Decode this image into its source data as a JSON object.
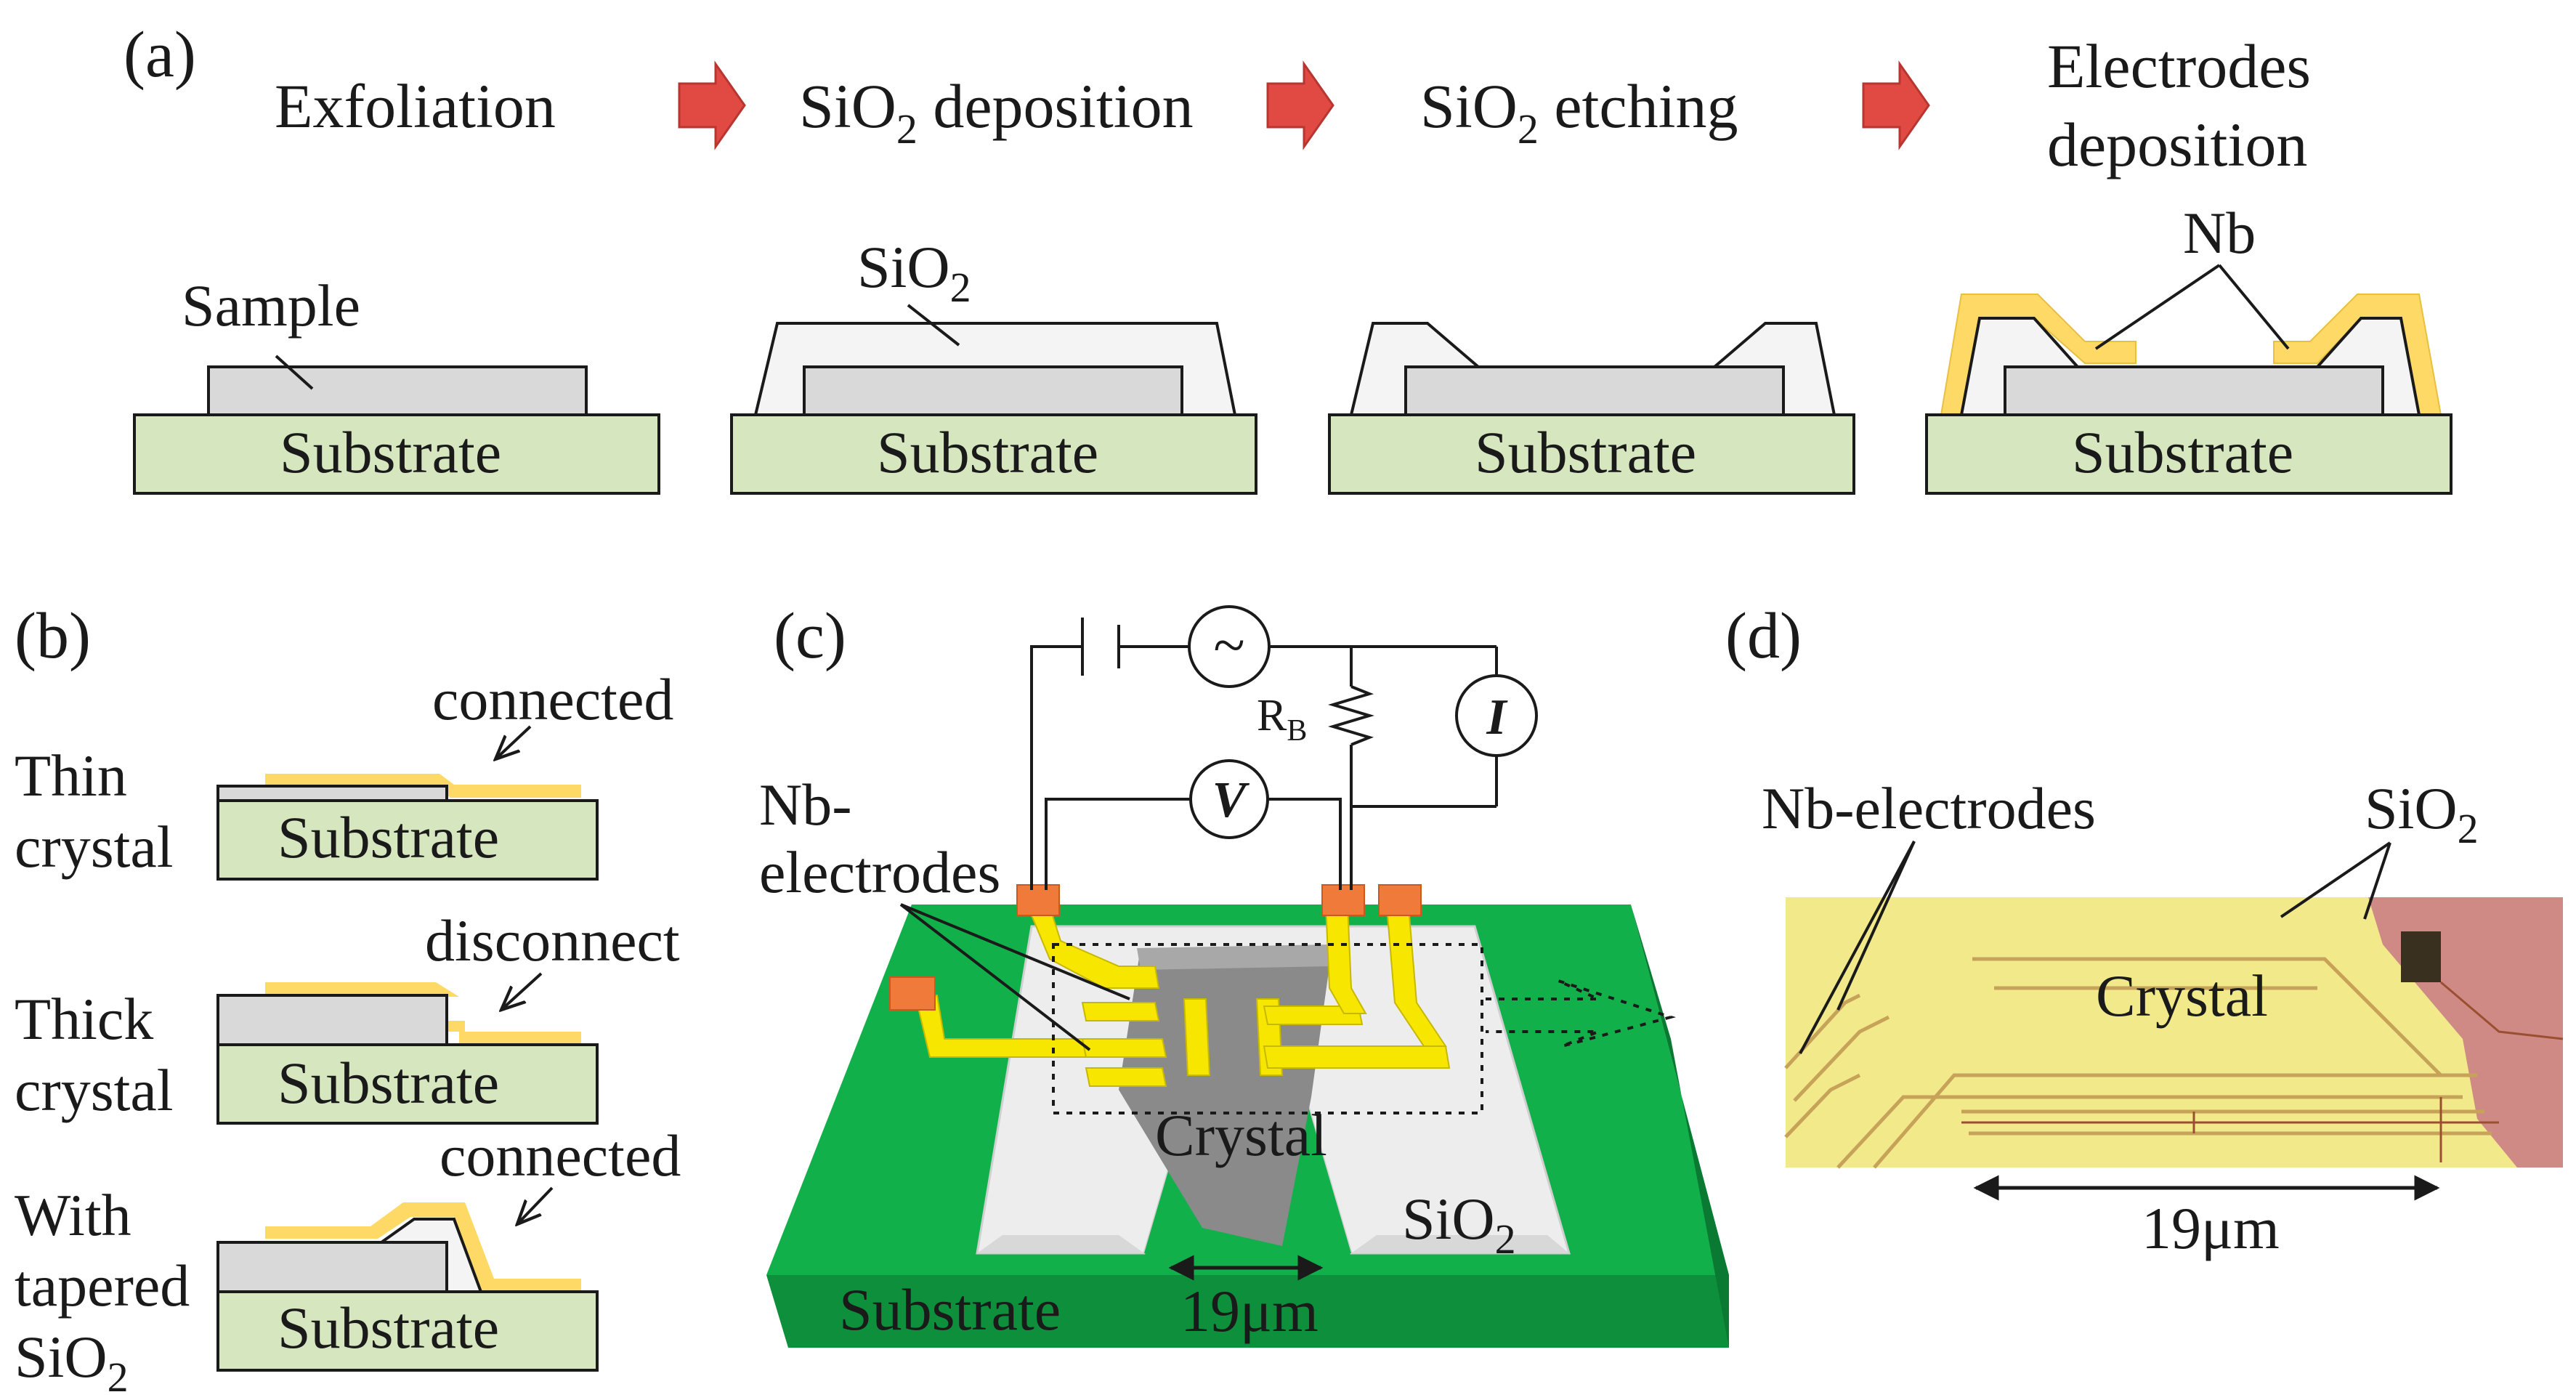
{
  "panel_labels": {
    "a": "(a)",
    "b": "(b)",
    "c": "(c)",
    "d": "(d)"
  },
  "steps": {
    "exfoliation": "Exfoliation",
    "sio2_deposition": {
      "base": "SiO",
      "subscript": "2",
      "rest": " deposition"
    },
    "sio2_etching": {
      "base": "SiO",
      "subscript": "2",
      "rest": " etching"
    },
    "electrodes": {
      "line1": "Electrodes",
      "line2": "deposition"
    }
  },
  "labels": {
    "sample": "Sample",
    "substrate": "Substrate",
    "sio2": {
      "base": "SiO",
      "subscript": "2"
    },
    "nb": "Nb",
    "connected": "connected",
    "disconnect": "disconnect",
    "thin_crystal": {
      "line1": "Thin",
      "line2": "crystal"
    },
    "thick_crystal": {
      "line1": "Thick",
      "line2": "crystal"
    },
    "with_tapered": {
      "line1": "With",
      "line2": "tapered",
      "line3_base": "SiO",
      "line3_sub": "2"
    },
    "nb_electrodes_c": {
      "line1": "Nb-",
      "line2": "electrodes"
    },
    "rb": {
      "base": "R",
      "subscript": "B"
    },
    "v_meter": "V",
    "i_meter": "I",
    "ac_source": "~",
    "crystal": "Crystal",
    "scale": "19μm",
    "nb_electrodes_d": "Nb-electrodes"
  },
  "colors": {
    "substrate_fill": "#d6e6bf",
    "sample_fill": "#d9d9d9",
    "electrode": "#ffd966",
    "arrow": "#e04a43",
    "green_substrate": "#12b04a",
    "yellow_lead": "#f7e600",
    "pad": "#f07a3a",
    "photo_bg": "#f2ea8a",
    "photo_sio2": "#d08a86"
  }
}
